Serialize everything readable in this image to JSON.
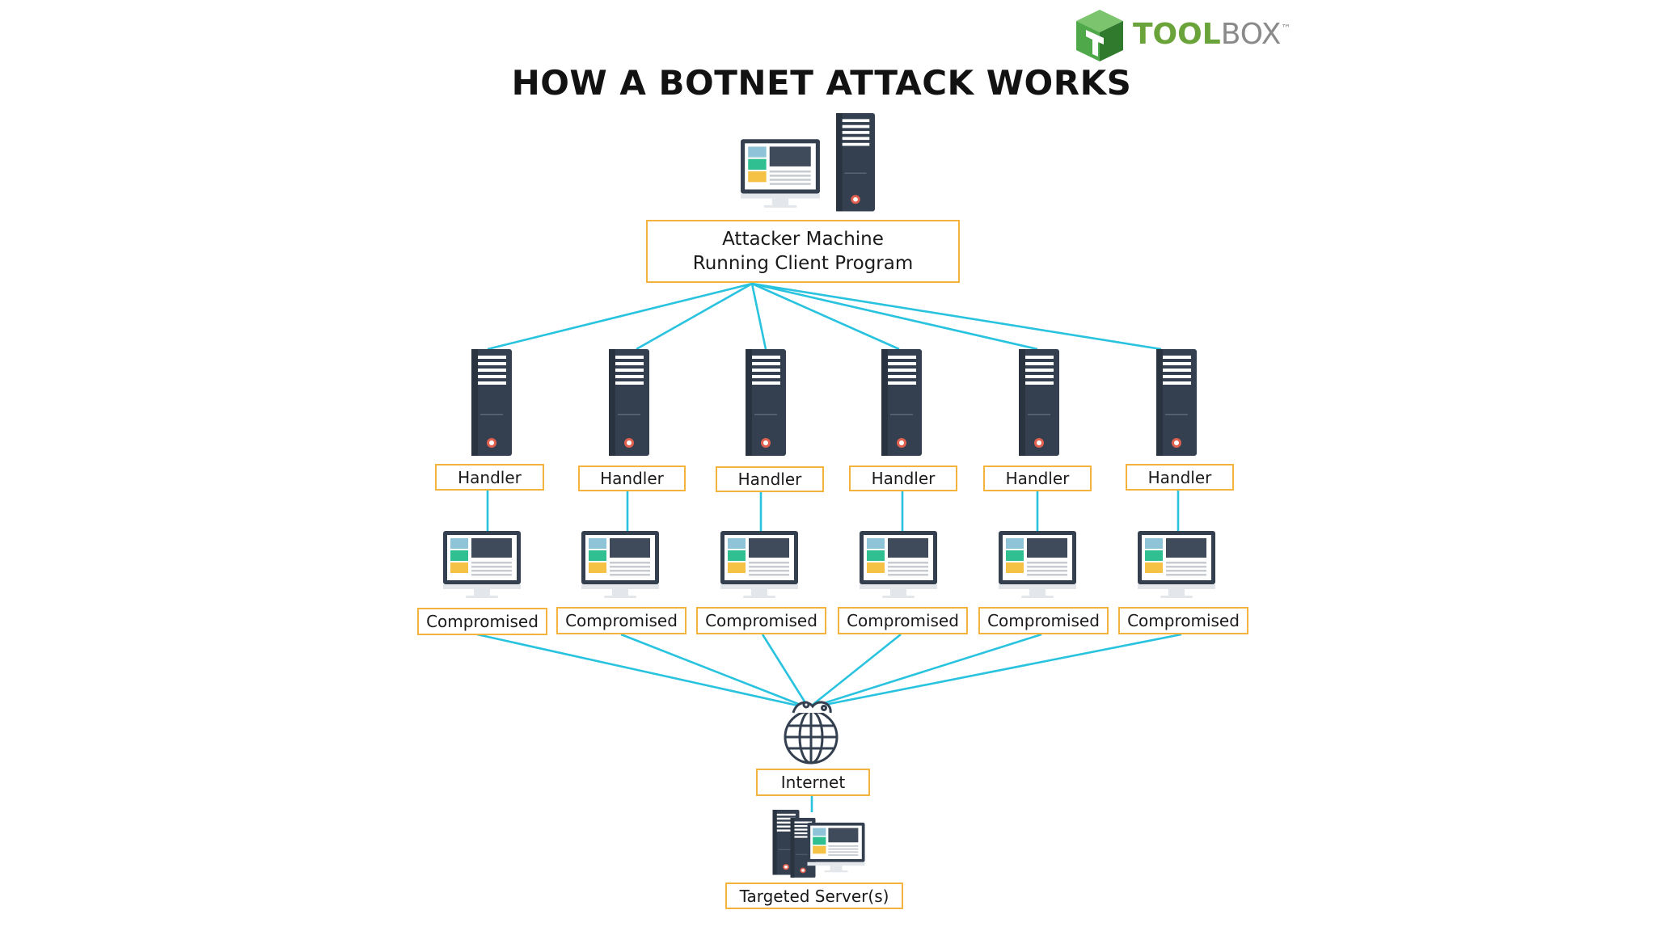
{
  "title": "HOW A BOTNET ATTACK WORKS",
  "logo": {
    "text_bold": "TOOL",
    "text_light": "BOX",
    "trademark": "™"
  },
  "attacker": {
    "line1": "Attacker Machine",
    "line2": "Running Client Program"
  },
  "handlers": [
    {
      "label": "Handler"
    },
    {
      "label": "Handler"
    },
    {
      "label": "Handler"
    },
    {
      "label": "Handler"
    },
    {
      "label": "Handler"
    },
    {
      "label": "Handler"
    }
  ],
  "compromised": [
    {
      "label": "Compromised"
    },
    {
      "label": "Compromised"
    },
    {
      "label": "Compromised"
    },
    {
      "label": "Compromised"
    },
    {
      "label": "Compromised"
    },
    {
      "label": "Compromised"
    }
  ],
  "internet": {
    "label": "Internet"
  },
  "target": {
    "label": "Targeted Server(s)"
  },
  "colors": {
    "connector": "#29c3df",
    "box_border": "#f3b33d",
    "device_dark": "#34404f",
    "screen_blue": "#8ec3d8",
    "screen_green": "#2fbf91",
    "screen_yellow": "#f5c245",
    "logo_green": "#4fa84a",
    "logo_dark_green": "#2f7a2c",
    "logo_text_green": "#6aa33a",
    "logo_text_gray": "#8a8a8a",
    "power_red": "#e0604f"
  }
}
